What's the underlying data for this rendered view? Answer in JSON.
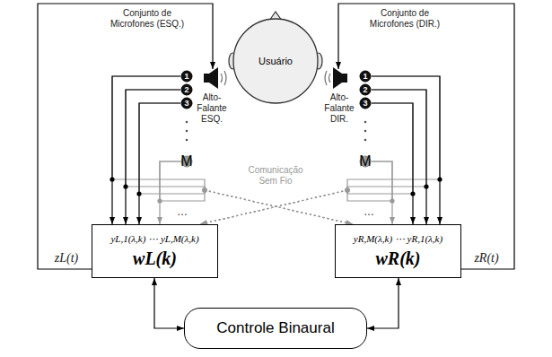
{
  "diagram": {
    "nodes": [
      {
        "text": [
          "Usuário"
        ]
      },
      {
        "text": [
          "1"
        ]
      },
      {
        "text": [
          "2"
        ]
      },
      {
        "text": [
          "3"
        ]
      },
      {
        "text": [
          "M"
        ]
      },
      {
        "text": [
          "1"
        ]
      },
      {
        "text": [
          "2"
        ]
      },
      {
        "text": [
          "3"
        ]
      },
      {
        "text": [
          "M"
        ]
      },
      {
        "text": [
          "yL,1(λ,k) ⋯ yL,M(λ,k)",
          "wL(k)"
        ]
      },
      {
        "text": [
          "yR,M(λ,k) ⋯ yR,1(λ,k)",
          "wR(k)"
        ]
      },
      {
        "text": [
          "Controle Binaural"
        ]
      }
    ],
    "edges": [
      {
        "from": 1,
        "to": 9,
        "arrow": "to"
      },
      {
        "from": 2,
        "to": 9,
        "arrow": "to"
      },
      {
        "from": 3,
        "to": 9,
        "arrow": "to"
      },
      {
        "from": 4,
        "to": 9,
        "arrow": "to"
      },
      {
        "from": 5,
        "to": 10,
        "arrow": "to"
      },
      {
        "from": 6,
        "to": 10,
        "arrow": "to"
      },
      {
        "from": 7,
        "to": 10,
        "arrow": "to"
      },
      {
        "from": 8,
        "to": 10,
        "arrow": "to"
      },
      {
        "from": 1,
        "to": 10,
        "arrow": "to"
      },
      {
        "from": 2,
        "to": 10,
        "arrow": "to"
      },
      {
        "from": 3,
        "to": 10,
        "arrow": "to"
      },
      {
        "from": 4,
        "to": 10,
        "arrow": "to"
      },
      {
        "from": 5,
        "to": 9,
        "arrow": "to"
      },
      {
        "from": 6,
        "to": 9,
        "arrow": "to"
      },
      {
        "from": 7,
        "to": 9,
        "arrow": "to"
      },
      {
        "from": 8,
        "to": 9,
        "arrow": "to"
      },
      {
        "from": 9,
        "to": 11,
        "arrow": "both"
      },
      {
        "from": 10,
        "to": 11,
        "arrow": "both"
      }
    ],
    "labels": [
      "Conjunto de Microfones (ESQ.)",
      "Conjunto de Microfones (DIR.)",
      "Alto-Falante ESQ.",
      "Alto-Falante DIR.",
      "Comunicação Sem Fio",
      "zL(t)",
      "zR(t)",
      "…",
      "…"
    ]
  }
}
